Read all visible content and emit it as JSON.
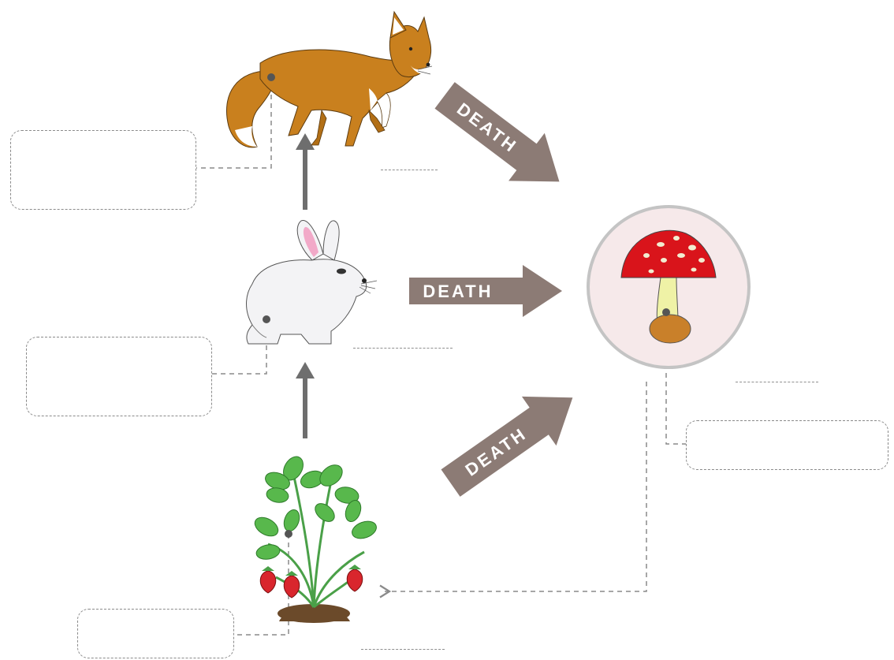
{
  "diagram": {
    "arrow_text": "DEATH",
    "organisms": [
      {
        "name": "fox",
        "icon": "fox-icon"
      },
      {
        "name": "rabbit",
        "icon": "rabbit-icon"
      },
      {
        "name": "strawberry-plant",
        "icon": "strawberry-plant-icon"
      },
      {
        "name": "mushroom",
        "icon": "mushroom-icon"
      }
    ],
    "colors": {
      "death_arrow": "#8c7b75",
      "food_chain_arrow": "#6e6e6e",
      "fox": "#c9801e",
      "mushroom_cap": "#d9141b",
      "decomposer_circle": "#f6e9ea",
      "leaf": "#5cb85c",
      "strawberry": "#d9262d"
    }
  }
}
